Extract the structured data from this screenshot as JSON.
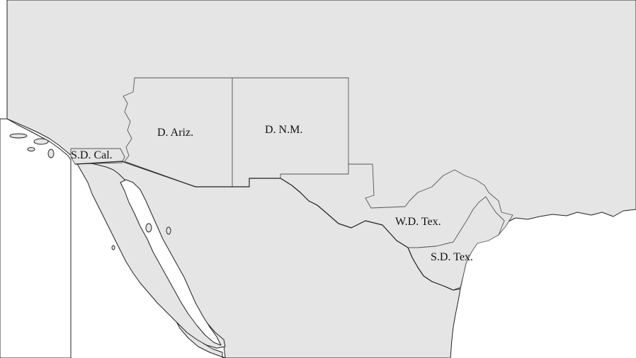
{
  "map": {
    "districts": [
      {
        "id": "sd-cal",
        "label": "S.D. Cal."
      },
      {
        "id": "d-ariz",
        "label": "D. Ariz."
      },
      {
        "id": "d-nm",
        "label": "D. N.M."
      },
      {
        "id": "wd-tex",
        "label": "W.D. Tex."
      },
      {
        "id": "sd-tex",
        "label": "S.D. Tex."
      }
    ],
    "colors": {
      "land": "#e5e5e5",
      "water": "#ffffff",
      "border": "#222222"
    }
  }
}
